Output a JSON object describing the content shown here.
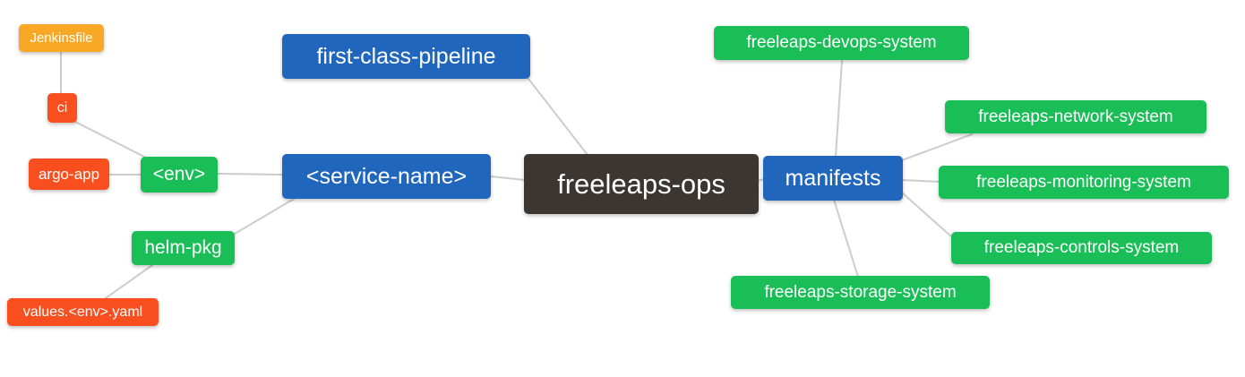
{
  "diagram": {
    "type": "mindmap",
    "background_color": "#ffffff",
    "edge_color": "#cccccc",
    "palette": {
      "root": "#3B3632",
      "branch_blue": "#2166BD",
      "leaf_green": "#19BE56",
      "leaf_red": "#F94F1F",
      "leaf_orange": "#F9A825",
      "text": "#ffffff"
    },
    "nodes": {
      "freeleaps_ops": {
        "label": "freeleaps-ops",
        "color": "#3B3632",
        "level": "root"
      },
      "first_class_pipeline": {
        "label": "first-class-pipeline",
        "color": "#2166BD",
        "level": "branch"
      },
      "service_name": {
        "label": "<service-name>",
        "color": "#2166BD",
        "level": "branch"
      },
      "manifests": {
        "label": "manifests",
        "color": "#2166BD",
        "level": "branch"
      },
      "env": {
        "label": "<env>",
        "color": "#19BE56",
        "level": "leaf"
      },
      "helm_pkg": {
        "label": "helm-pkg",
        "color": "#19BE56",
        "level": "leaf"
      },
      "ci": {
        "label": "ci",
        "color": "#F94F1F",
        "level": "leaf"
      },
      "argo_app": {
        "label": "argo-app",
        "color": "#F94F1F",
        "level": "leaf"
      },
      "jenkinsfile": {
        "label": "Jenkinsfile",
        "color": "#F9A825",
        "level": "leaf"
      },
      "values_yaml": {
        "label": "values.<env>.yaml",
        "color": "#F94F1F",
        "level": "leaf"
      },
      "devops_system": {
        "label": "freeleaps-devops-system",
        "color": "#19BE56",
        "level": "leaf"
      },
      "network_system": {
        "label": "freeleaps-network-system",
        "color": "#19BE56",
        "level": "leaf"
      },
      "monitoring_system": {
        "label": "freeleaps-monitoring-system",
        "color": "#19BE56",
        "level": "leaf"
      },
      "controls_system": {
        "label": "freeleaps-controls-system",
        "color": "#19BE56",
        "level": "leaf"
      },
      "storage_system": {
        "label": "freeleaps-storage-system",
        "color": "#19BE56",
        "level": "leaf"
      }
    },
    "edges": [
      {
        "from": "jenkinsfile",
        "to": "ci"
      },
      {
        "from": "ci",
        "to": "env"
      },
      {
        "from": "argo_app",
        "to": "env"
      },
      {
        "from": "env",
        "to": "service_name"
      },
      {
        "from": "helm_pkg",
        "to": "service_name"
      },
      {
        "from": "values_yaml",
        "to": "helm_pkg"
      },
      {
        "from": "service_name",
        "to": "freeleaps_ops"
      },
      {
        "from": "first_class_pipeline",
        "to": "freeleaps_ops"
      },
      {
        "from": "freeleaps_ops",
        "to": "manifests"
      },
      {
        "from": "manifests",
        "to": "devops_system"
      },
      {
        "from": "manifests",
        "to": "network_system"
      },
      {
        "from": "manifests",
        "to": "monitoring_system"
      },
      {
        "from": "manifests",
        "to": "controls_system"
      },
      {
        "from": "manifests",
        "to": "storage_system"
      }
    ]
  }
}
